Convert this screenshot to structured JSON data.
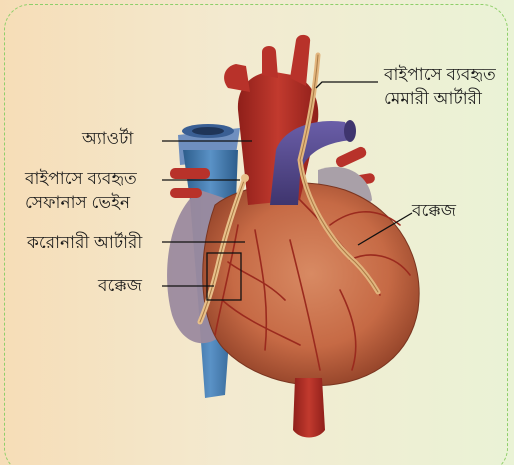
{
  "labels": {
    "aorta": "অ্যাওর্টা",
    "saphenous_line1": "বাইপাসে ব্যবহৃত",
    "saphenous_line2": "সেফানাস ভেইন",
    "coronary_artery": "করোনারী আর্টারী",
    "blockage_left": "বক্কেজ",
    "mammary_line1": "বাইপাসে ব্যবহৃত",
    "mammary_line2": "মেমারী আর্টারী",
    "blockage_right": "বক্কেজ"
  },
  "colors": {
    "background_left": "#f6ddb7",
    "background_right": "#eaf3d6",
    "border": "#8fcf6a",
    "heart_muscle": "#c66a45",
    "aorta_red": "#b8322a",
    "vein_blue": "#3c78b0",
    "pulmonary_purple": "#5a4f92",
    "graft_vessel": "#e0b27a",
    "leader_line": "#111111"
  }
}
